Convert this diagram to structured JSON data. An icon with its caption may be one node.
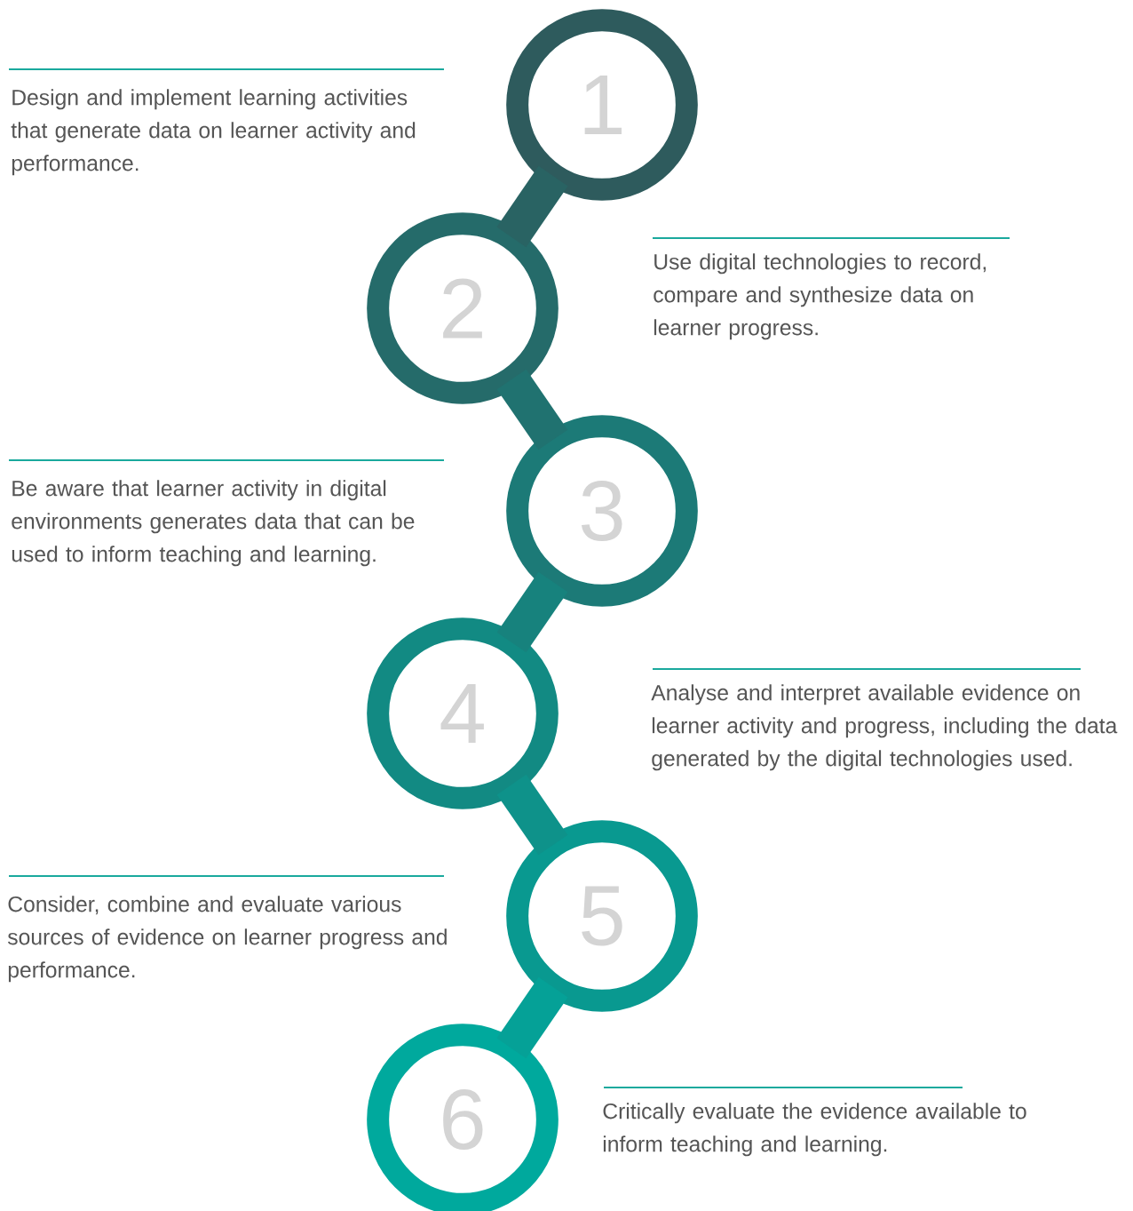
{
  "diagram": {
    "nodes": [
      {
        "text": [
          "1"
        ]
      },
      {
        "text": [
          "2"
        ]
      },
      {
        "text": [
          "3"
        ]
      },
      {
        "text": [
          "4"
        ]
      },
      {
        "text": [
          "5"
        ]
      },
      {
        "text": [
          "6"
        ]
      }
    ],
    "edges": [
      {
        "from": 0,
        "to": 1,
        "arrow": "none"
      },
      {
        "from": 1,
        "to": 2,
        "arrow": "none"
      },
      {
        "from": 2,
        "to": 3,
        "arrow": "none"
      },
      {
        "from": 3,
        "to": 4,
        "arrow": "none"
      },
      {
        "from": 4,
        "to": 5,
        "arrow": "none"
      }
    ],
    "labels": [
      "Design and implement learning activities that generate data on learner activity and performance.",
      "Use digital technologies to record, compare and synthesize data on learner progress.",
      "Be aware that learner activity in digital environments generates data that can be used to inform teaching and learning.",
      "Analyse and interpret available evidence on learner activity and progress, including the data generated by the digital technologies used.",
      "Consider, combine and evaluate various sources of evidence on learner progress and performance.",
      "Critically evaluate the evidence available to inform teaching and learning."
    ]
  }
}
